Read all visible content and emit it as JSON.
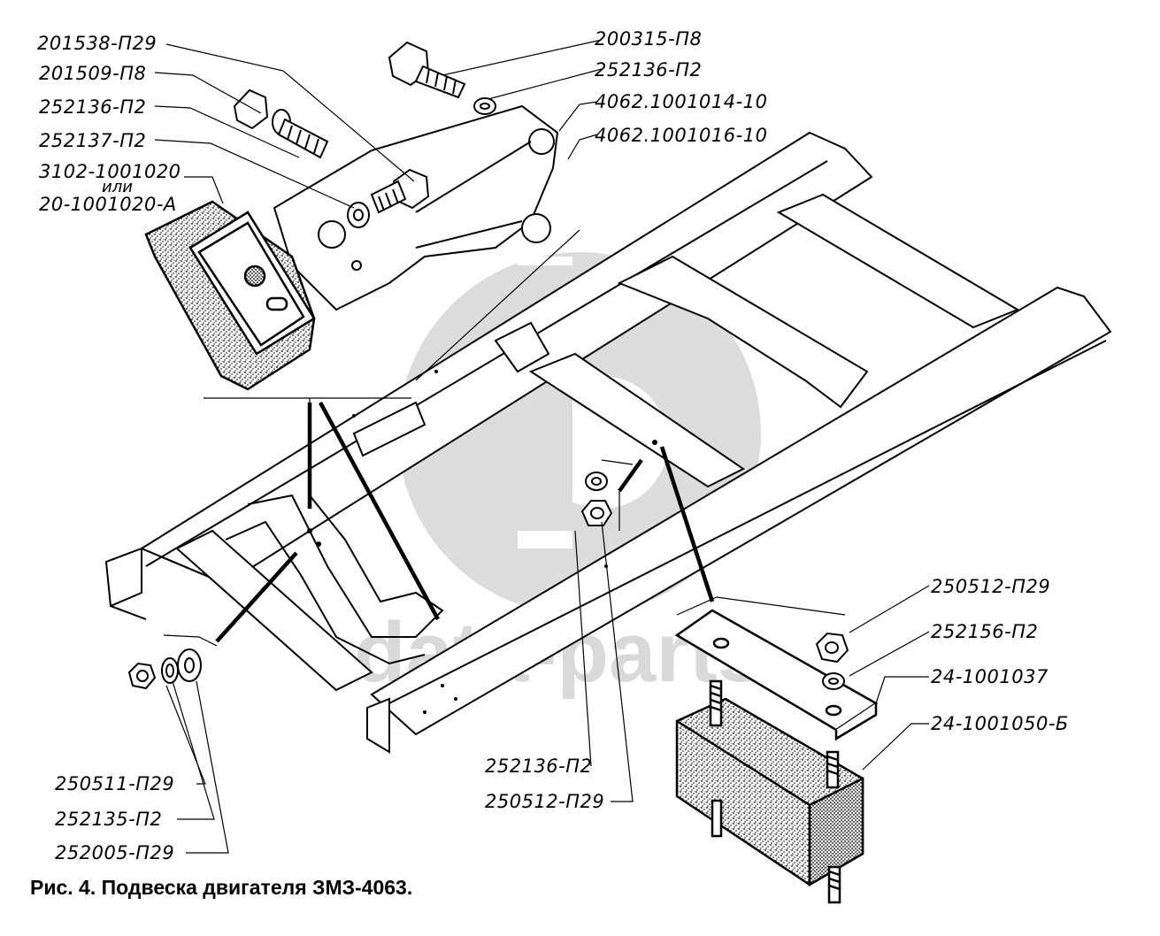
{
  "caption": "Рис. 4. Подвеска двигателя ЗМЗ-4063.",
  "watermark": {
    "text": "data-parts"
  },
  "parts": {
    "p1": "201538-П29",
    "p2": "201509-П8",
    "p3": "252136-П2",
    "p4": "252137-П2",
    "p5a": "3102-1001020",
    "p5_or": "или",
    "p5b": "20-1001020-А",
    "p6": "200315-П8",
    "p7": "252136-П2",
    "p8": "4062.1001014-10",
    "p9": "4062.1001016-10",
    "p10": "250512-П29",
    "p11": "252156-П2",
    "p12": "24-1001037",
    "p13": "24-1001050-Б",
    "p14": "252136-П2",
    "p15": "250512-П29",
    "p16": "250511-П29",
    "p17": "252135-П2",
    "p18": "252005-П29"
  }
}
